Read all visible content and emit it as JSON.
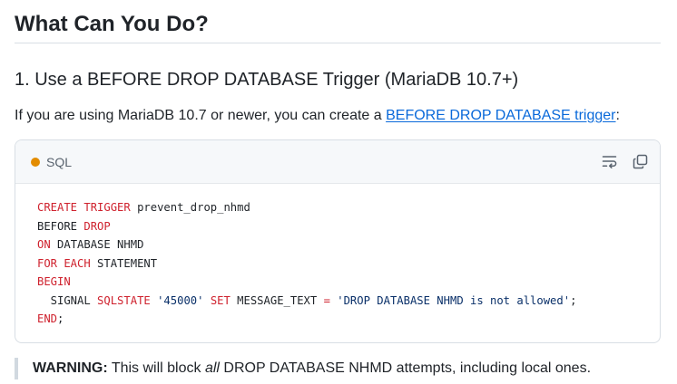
{
  "heading": "What Can You Do?",
  "subheading": "1. Use a BEFORE DROP DATABASE Trigger (MariaDB 10.7+)",
  "intro": {
    "text_before": "If you are using MariaDB 10.7 or newer, you can create a ",
    "link_text": "BEFORE DROP DATABASE trigger",
    "text_after": ":"
  },
  "code_block": {
    "language": "SQL",
    "language_color": "#e38c00",
    "icons": [
      "wrap-lines-icon",
      "copy-icon"
    ],
    "lines": [
      [
        {
          "t": "CREATE TRIGGER",
          "c": "kw"
        },
        {
          "t": " prevent_drop_nhmd",
          "c": ""
        }
      ],
      [
        {
          "t": "BEFORE ",
          "c": ""
        },
        {
          "t": "DROP",
          "c": "kw"
        }
      ],
      [
        {
          "t": "ON",
          "c": "kw"
        },
        {
          "t": " DATABASE NHMD",
          "c": ""
        }
      ],
      [
        {
          "t": "FOR EACH",
          "c": "kw"
        },
        {
          "t": " STATEMENT",
          "c": ""
        }
      ],
      [
        {
          "t": "BEGIN",
          "c": "kw"
        }
      ],
      [
        {
          "t": "  SIGNAL ",
          "c": ""
        },
        {
          "t": "SQLSTATE",
          "c": "kw"
        },
        {
          "t": " ",
          "c": ""
        },
        {
          "t": "'45000'",
          "c": "str"
        },
        {
          "t": " ",
          "c": ""
        },
        {
          "t": "SET",
          "c": "kw"
        },
        {
          "t": " MESSAGE_TEXT ",
          "c": ""
        },
        {
          "t": "=",
          "c": "kw"
        },
        {
          "t": " ",
          "c": ""
        },
        {
          "t": "'DROP DATABASE NHMD is not allowed'",
          "c": "str"
        },
        {
          "t": ";",
          "c": ""
        }
      ],
      [
        {
          "t": "END",
          "c": "kw"
        },
        {
          "t": ";",
          "c": ""
        }
      ]
    ]
  },
  "warning": {
    "label": "WARNING:",
    "text_before": " This will block ",
    "emphasis": "all",
    "text_after": " DROP DATABASE NHMD attempts, including local ones."
  },
  "colors": {
    "keyword": "#cf222e",
    "string": "#0a3069",
    "link": "#0969da"
  }
}
